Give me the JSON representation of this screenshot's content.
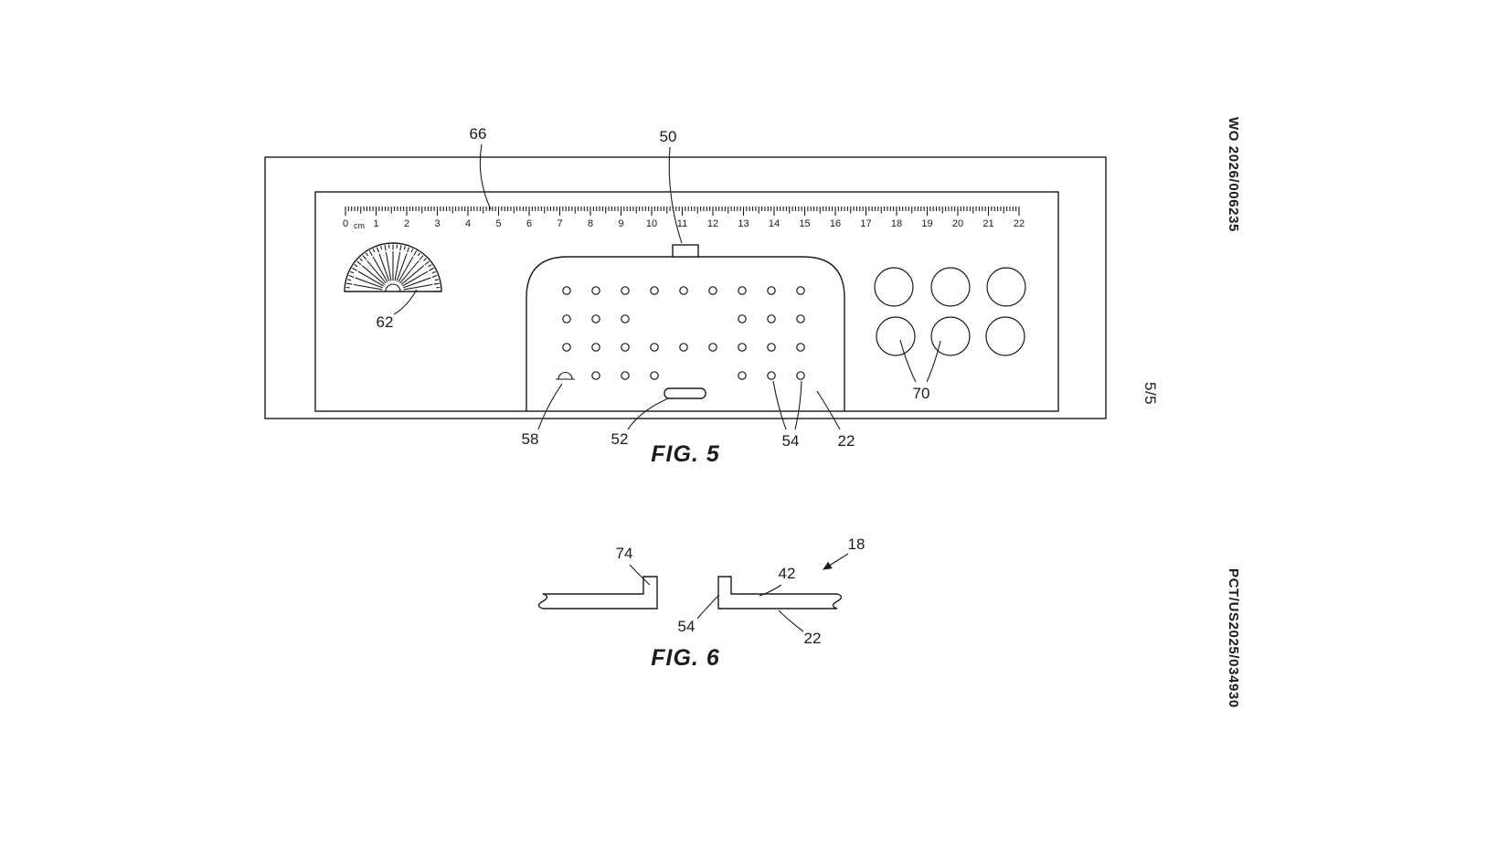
{
  "page": {
    "side_labels": {
      "publication_number": "WO 2026/006235",
      "sheet_number": "5/5",
      "application_number": "PCT/US2025/034930"
    }
  },
  "fig5": {
    "caption": "FIG. 5",
    "ruler": {
      "unit_label": "cm",
      "tick_labels": [
        "0",
        "1",
        "2",
        "3",
        "4",
        "5",
        "6",
        "7",
        "8",
        "9",
        "10",
        "11",
        "12",
        "13",
        "14",
        "15",
        "16",
        "17",
        "18",
        "19",
        "20",
        "21",
        "22"
      ]
    },
    "ref_labels": {
      "ruler_scale": "66",
      "top_tab": "50",
      "protractor": "62",
      "notch": "58",
      "slot": "52",
      "holes": "54",
      "tray": "22",
      "large_holes": "70"
    }
  },
  "fig6": {
    "caption": "FIG. 6",
    "ref_labels": {
      "left_lip": "74",
      "assembly": "18",
      "flange": "42",
      "step": "54",
      "base": "22"
    }
  }
}
